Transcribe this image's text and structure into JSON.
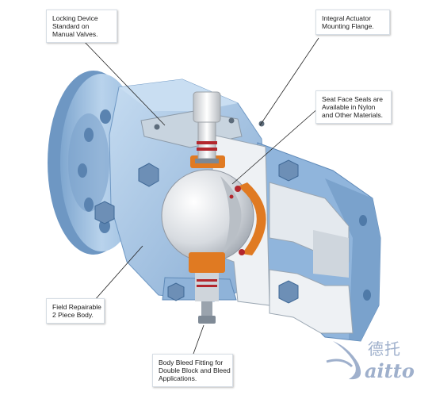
{
  "callouts": {
    "locking_device": [
      "Locking Device",
      "Standard on",
      "Manual Valves."
    ],
    "actuator_flange": [
      "Integral Actuator",
      "Mounting Flange."
    ],
    "seat_seals": [
      "Seat Face Seals are",
      "Available in Nylon",
      "and Other Materials."
    ],
    "body": [
      "Field Repairable",
      "2 Piece Body."
    ],
    "bleed_fitting": [
      "Body Bleed Fitting for",
      "Double Block and Bleed",
      "Applications."
    ]
  },
  "logo": {
    "chinese": "德托",
    "latin": "aitto",
    "icon": "swoosh-d-logo-icon"
  },
  "colors": {
    "body_blue": "#a9c8e8",
    "body_dark": "#6f98c4",
    "cut_face": "#e8edf2",
    "seat_orange": "#e07a22",
    "seal_red": "#b3262d",
    "ball_grey": "#d9dde2",
    "stem_white": "#f2f2f2"
  }
}
